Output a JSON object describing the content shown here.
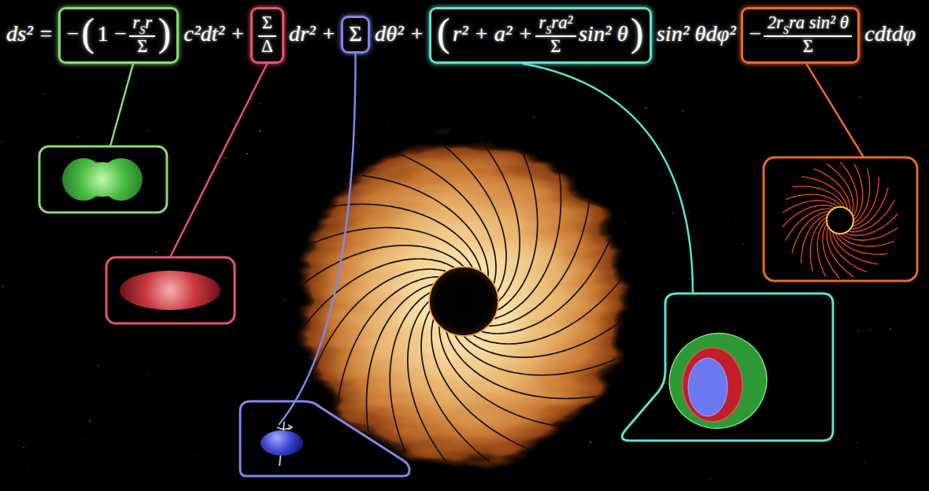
{
  "diagram": {
    "nodes": [
      {
        "text": [
          "−",
          "(",
          "1 −",
          "r",
          "S",
          "r",
          "Σ",
          ")"
        ]
      },
      {
        "text": [
          "Σ",
          "Δ"
        ]
      },
      {
        "text": [
          "Σ"
        ]
      },
      {
        "text": [
          "(",
          "r² + a² +",
          "r",
          "S",
          "ra²",
          "Σ",
          "sin² θ",
          ")"
        ]
      },
      {
        "text": [
          "−",
          "2r",
          "S",
          "ra sin² θ",
          "Σ"
        ]
      }
    ],
    "labels": [
      "ds² =",
      "c²dt² +",
      "dr² +",
      "dθ² +",
      "sin² θdφ²",
      "cdtdφ"
    ]
  }
}
